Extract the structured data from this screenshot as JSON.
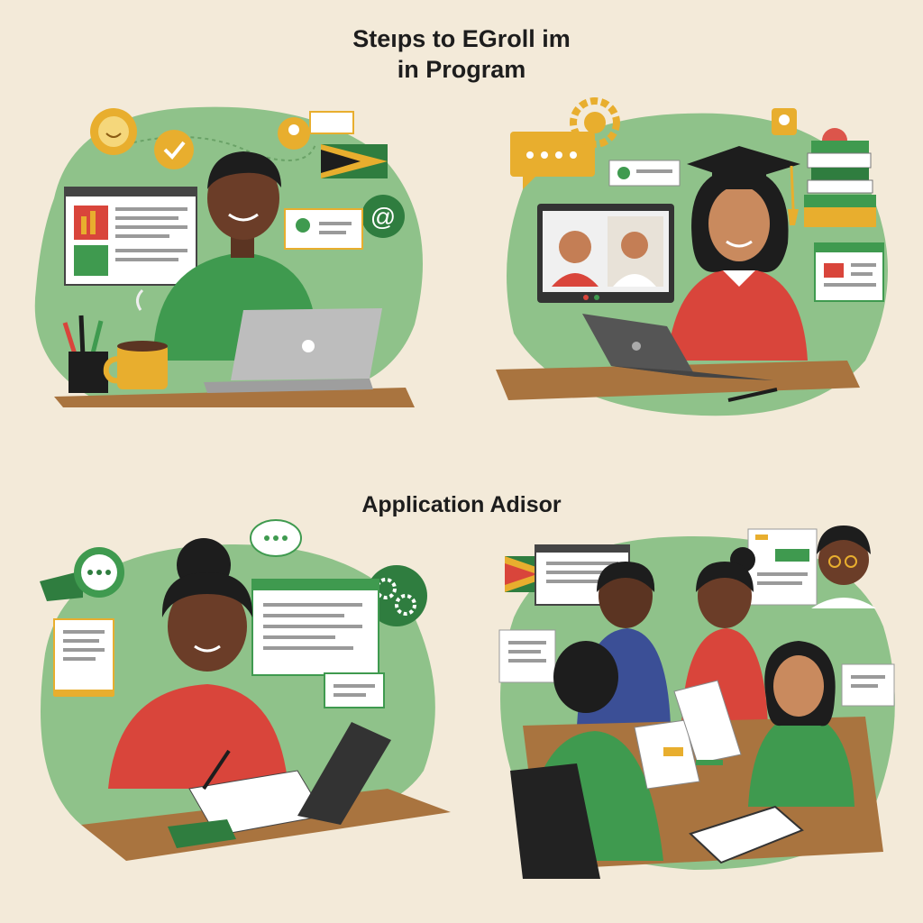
{
  "header": {
    "title_line1": "Steıps to EGroll im",
    "title_line2": "in Program"
  },
  "section": {
    "label": "Application Adisor"
  },
  "colors": {
    "background": "#f3ead9",
    "blob_green": "#8fc28a",
    "accent_yellow": "#e8ae2e",
    "shirt_green": "#3f9a4f",
    "shirt_red": "#d9453b",
    "desk_brown": "#a9743f",
    "dark_green": "#2f7d3f"
  },
  "scenes": [
    {
      "name": "student-with-laptop",
      "icons": [
        "smile-icon",
        "gear-icon",
        "check-badge-icon",
        "user-chat-icon",
        "flag-icon",
        "at-sign-icon",
        "browser-window-icon",
        "pencil-cup-icon",
        "coffee-mug-icon",
        "laptop-icon"
      ]
    },
    {
      "name": "graduate-video-call",
      "icons": [
        "chat-bubble-icon",
        "gear-icon",
        "location-icon",
        "book-stack-icon",
        "graduation-cap-icon",
        "video-call-screen-icon",
        "document-icon",
        "laptop-icon",
        "pen-icon"
      ]
    },
    {
      "name": "student-filling-form",
      "icons": [
        "chat-bubble-icon",
        "gears-icon",
        "flag-icon",
        "document-icon",
        "browser-window-icon",
        "tablet-icon",
        "notebook-icon",
        "pen-icon"
      ]
    },
    {
      "name": "group-advisor-meeting",
      "icons": [
        "flag-icon",
        "browser-window-icon",
        "document-icon",
        "chair-icon",
        "paper-stack-icon"
      ]
    }
  ]
}
